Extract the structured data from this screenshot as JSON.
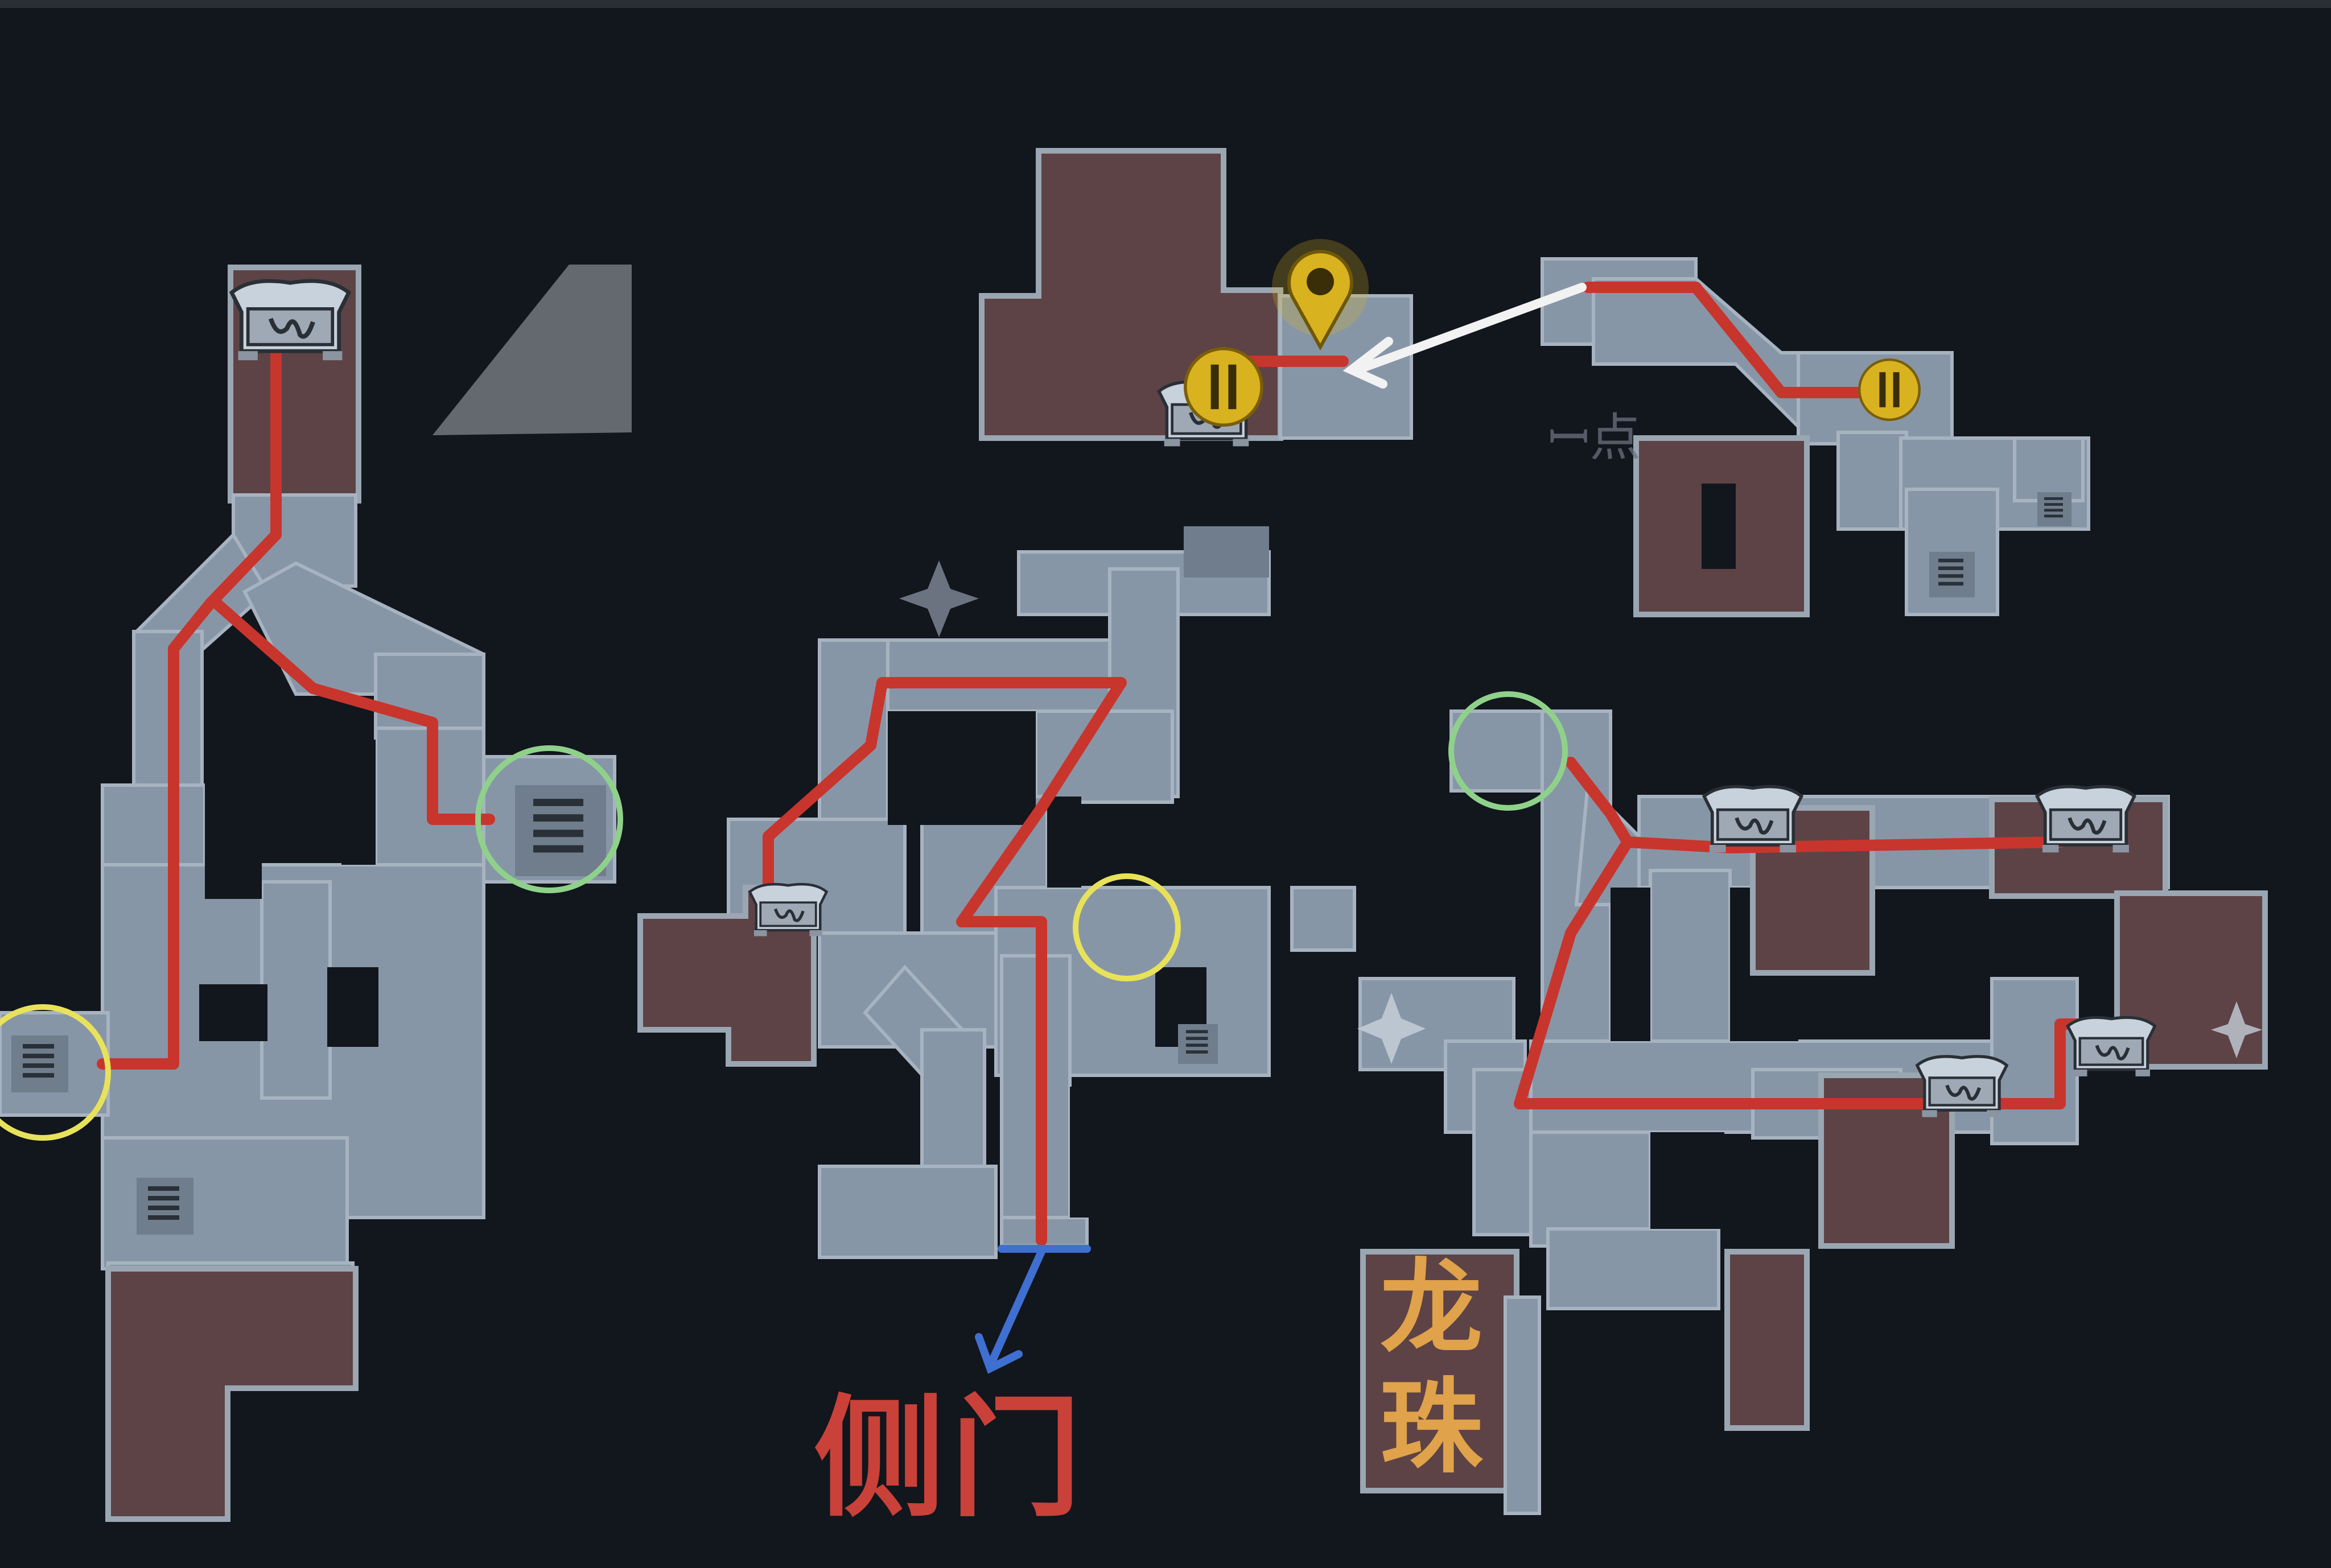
{
  "map": {
    "background": "#12161d",
    "corridor_color": "#8796a7",
    "room_color": "#5d4346",
    "room_border": "#9aa6b2",
    "route_color": "#c8352d",
    "labels": {
      "side_door": "侧门",
      "dragon_pearl_1": "龙",
      "dragon_pearl_2": "珠",
      "dim_fragment": "ꟷ点"
    },
    "markers": {
      "green_circle_color": "#8fd18a",
      "yellow_circle_color": "#e8e25a",
      "blue_arrow_color": "#3f6fd1",
      "gold_pin_color": "#d9b21f",
      "white_arrow_color": "#f2f2f2"
    },
    "icons": [
      "chest-icon",
      "stairs-icon",
      "map-pin-icon",
      "compass-star-icon",
      "gold-door-icon"
    ]
  }
}
